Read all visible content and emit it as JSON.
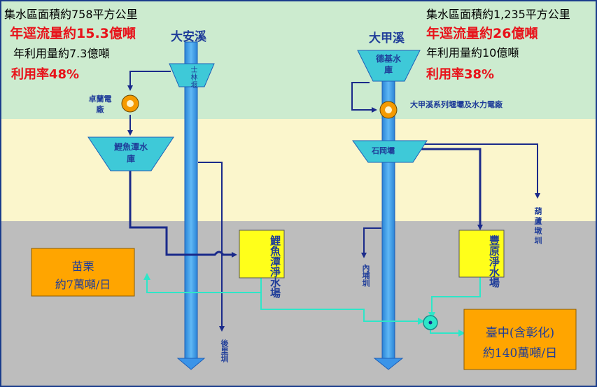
{
  "left": {
    "area": "集水區面積約758平方公里",
    "flow": "年逕流量約15.3億噸",
    "use": "年利用量約7.3億噸",
    "rate": "利用率48%",
    "river": "大安溪",
    "weir": "士林堰",
    "power": "卓蘭電廠",
    "reservoir": "鯉魚潭水庫",
    "plant": "鯉魚潭淨水場",
    "outlet": "後里圳"
  },
  "right": {
    "area": "集水區面積約1,235平方公里",
    "flow": "年逕流量約26億噸",
    "use": "年利用量約10億噸",
    "rate": "利用率38%",
    "river": "大甲溪",
    "reservoir": "德基水庫",
    "power": "大甲溪系列堰壩及水力電廠",
    "weir": "石岡壩",
    "plant": "豐原淨水場",
    "outlet1": "內埔圳",
    "outlet2": "葫蘆墩圳"
  },
  "miaoli": {
    "name": "苗栗",
    "amount": "約7萬噸/日"
  },
  "taichung": {
    "name": "臺中(含彰化)",
    "amount": "約140萬噸/日"
  },
  "colors": {
    "zone_top": "#ccebcf",
    "zone_mid": "#fbf6cc",
    "zone_bot": "#bdbdbd",
    "river_fill": "#37a1ef",
    "river_edge": "#1d5fb8",
    "basin": "#3ec9d8",
    "pipe": "#1a2a8a",
    "treated": "#2ee6c8",
    "plant_box": "#ffff1a",
    "city_box": "#ffa500",
    "title_red": "#e8121a"
  }
}
